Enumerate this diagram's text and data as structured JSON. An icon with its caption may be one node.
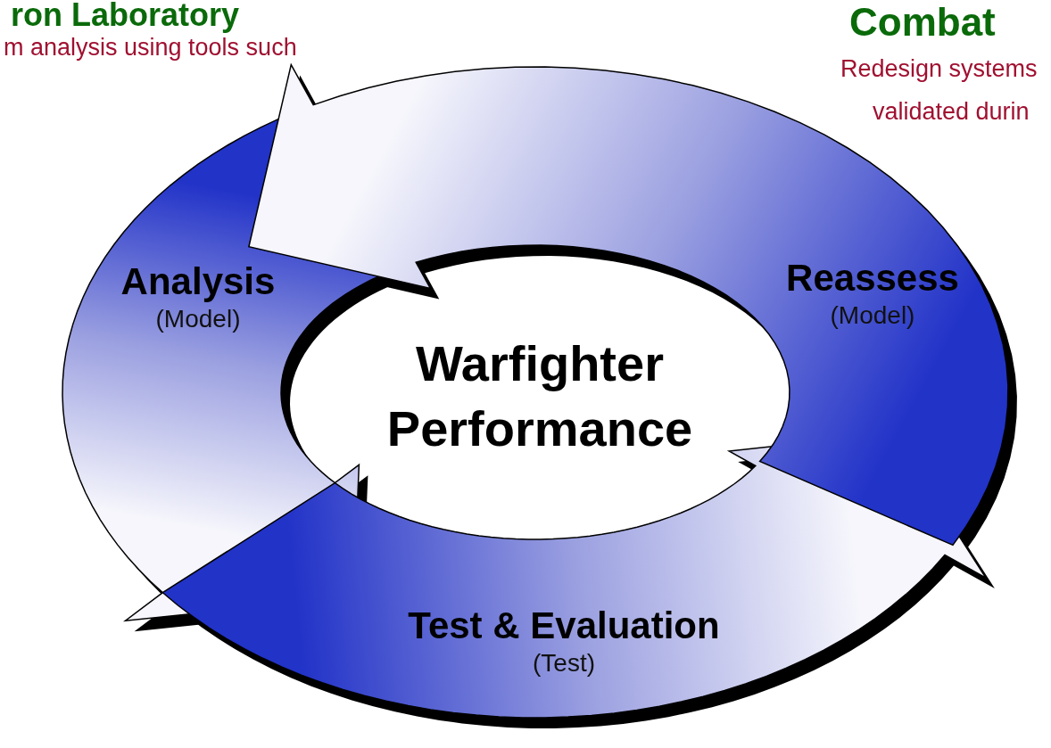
{
  "diagram": {
    "nodes": [
      {
        "text": [
          "Reassess",
          "(Model)"
        ]
      },
      {
        "text": [
          "Analysis",
          "(Model)"
        ]
      },
      {
        "text": [
          "Test & Evaluation",
          "(Test)"
        ]
      }
    ],
    "labels": [
      "ron Laboratory",
      "m analysis using tools such",
      "Combat",
      "Redesign systems",
      "validated durin",
      "Warfighter Performance"
    ]
  }
}
